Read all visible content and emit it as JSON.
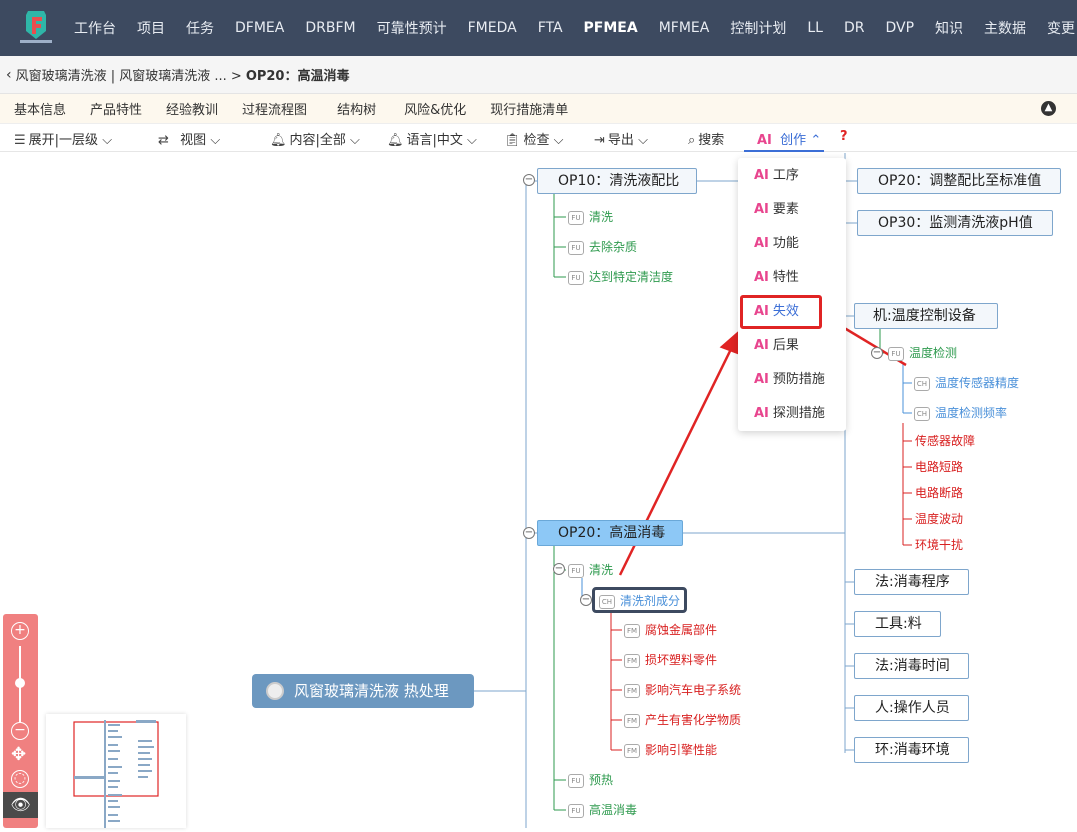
{
  "topnav": {
    "items": [
      "工作台",
      "项目",
      "任务",
      "DFMEA",
      "DRBFM",
      "可靠性预计",
      "FMEDA",
      "FTA",
      "PFMEA",
      "MFMEA",
      "控制计划",
      "LL",
      "DR",
      "DVP",
      "知识",
      "主数据",
      "变更"
    ],
    "active_index": 8
  },
  "breadcrumb": {
    "path": "风窗玻璃清洗液 | 风窗玻璃清洗液 ... > ",
    "current": "OP20：高温消毒"
  },
  "tabs": [
    "基本信息",
    "产品特性",
    "经验教训",
    "过程流程图",
    "结构树",
    "风险&优化",
    "现行措施清单"
  ],
  "toolbar": {
    "expand": "展开|一层级",
    "view": "视图",
    "content": "内容|全部",
    "language": "语言|中文",
    "check": "检查",
    "export": "导出",
    "search": "搜索",
    "create_ai": "AI",
    "create": "创作",
    "help": "?"
  },
  "ai_menu": {
    "prefix": "AI",
    "items": [
      "工序",
      "要素",
      "功能",
      "特性",
      "失效",
      "后果",
      "预防措施",
      "探测措施"
    ],
    "highlighted_index": 4
  },
  "mindmap": {
    "root": "风窗玻璃清洗液 热处理",
    "op10": {
      "label": "OP10：清洗液配比",
      "functions": [
        "清洗",
        "去除杂质",
        "达到特定清洁度"
      ]
    },
    "op20_adjust": "OP20：调整配比至标准值",
    "op30": "OP30：监测清洗液pH值",
    "machine": {
      "label": "机:温度控制设备",
      "function": "温度检测",
      "characteristics": [
        "温度传感器精度",
        "温度检测频率"
      ],
      "failures": [
        "传感器故障",
        "电路短路",
        "电路断路",
        "温度波动",
        "环境干扰"
      ]
    },
    "op20": {
      "label": "OP20：高温消毒",
      "functions": [
        "清洗",
        "预热",
        "高温消毒"
      ],
      "characteristic": "清洗剂成分",
      "failure_modes": [
        "腐蚀金属部件",
        "损坏塑料零件",
        "影响汽车电子系统",
        "产生有害化学物质",
        "影响引擎性能"
      ]
    },
    "elements": [
      "法:消毒程序",
      "工具:料",
      "法:消毒时间",
      "人:操作人员",
      "环:消毒环境"
    ]
  },
  "tags": {
    "function": "FU",
    "characteristic": "CH",
    "failure_mode": "FM"
  },
  "colors": {
    "topbar": "#3d4a60",
    "selected_node": "#8dc8f6",
    "accent": "#3b6ed6",
    "ai_pink": "#e8458e",
    "annotation_red": "#e02424",
    "function_green": "#2e9a4e",
    "failure_red": "#d82020"
  }
}
